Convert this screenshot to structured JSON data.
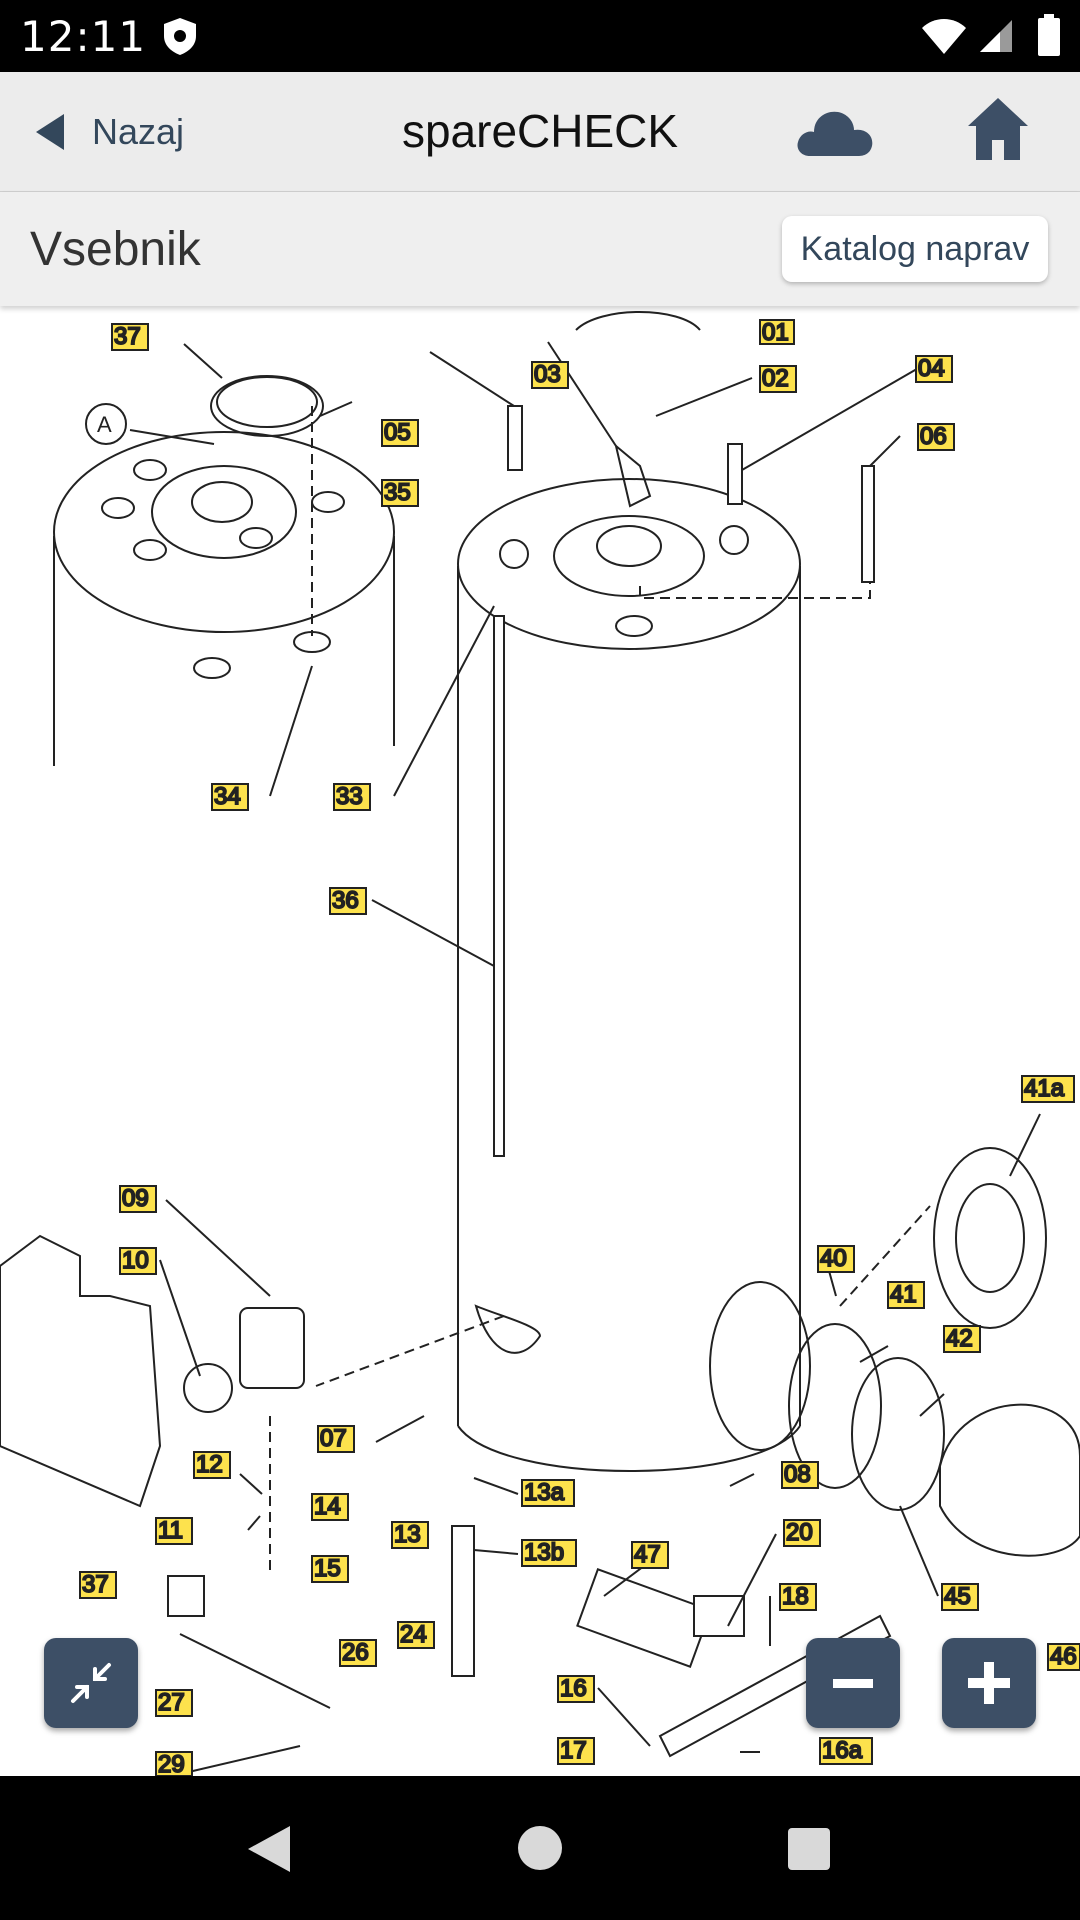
{
  "status_bar": {
    "time": "12:11"
  },
  "header": {
    "back_label": "Nazaj",
    "title": "spareCHECK"
  },
  "subheader": {
    "title": "Vsebnik",
    "catalog_button": "Katalog naprav"
  },
  "diagram": {
    "part_labels": [
      "01",
      "02",
      "03",
      "04",
      "05",
      "06",
      "07",
      "08",
      "09",
      "10",
      "11",
      "12",
      "13",
      "13a",
      "13b",
      "14",
      "15",
      "16",
      "16a",
      "17",
      "18",
      "20",
      "24",
      "26",
      "27",
      "29",
      "33",
      "34",
      "35",
      "36",
      "37",
      "37",
      "40",
      "41",
      "41a",
      "42",
      "45",
      "46",
      "47",
      "A"
    ]
  },
  "icons": {
    "back": "chevron-left-icon",
    "cloud": "cloud-icon",
    "home": "home-icon",
    "collapse": "compress-icon",
    "zoom_out": "minus-icon",
    "zoom_in": "plus-icon"
  },
  "colors": {
    "accent": "#3d4f66",
    "label_highlight": "#fde24d",
    "header_bg": "#ececec"
  }
}
